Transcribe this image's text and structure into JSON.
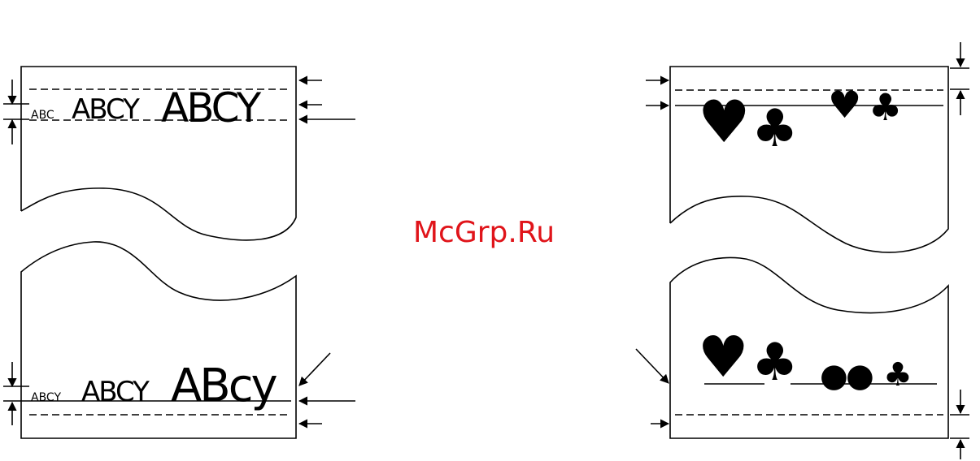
{
  "watermark": {
    "text": "McGrp.Ru",
    "color": "#e0141a"
  },
  "left_sheet": {
    "top_text": {
      "small": "ABC",
      "medium": "ABCY",
      "large": "ABCY"
    },
    "bottom_text": {
      "small": "ABCY",
      "medium": "ABCY",
      "large": "ABcy"
    }
  },
  "right_sheet": {
    "top_symbols": [
      "♥",
      "♣",
      "♥",
      "♣"
    ],
    "bottom_symbols": [
      "♥",
      "♣",
      "●",
      "●",
      "♣"
    ]
  }
}
